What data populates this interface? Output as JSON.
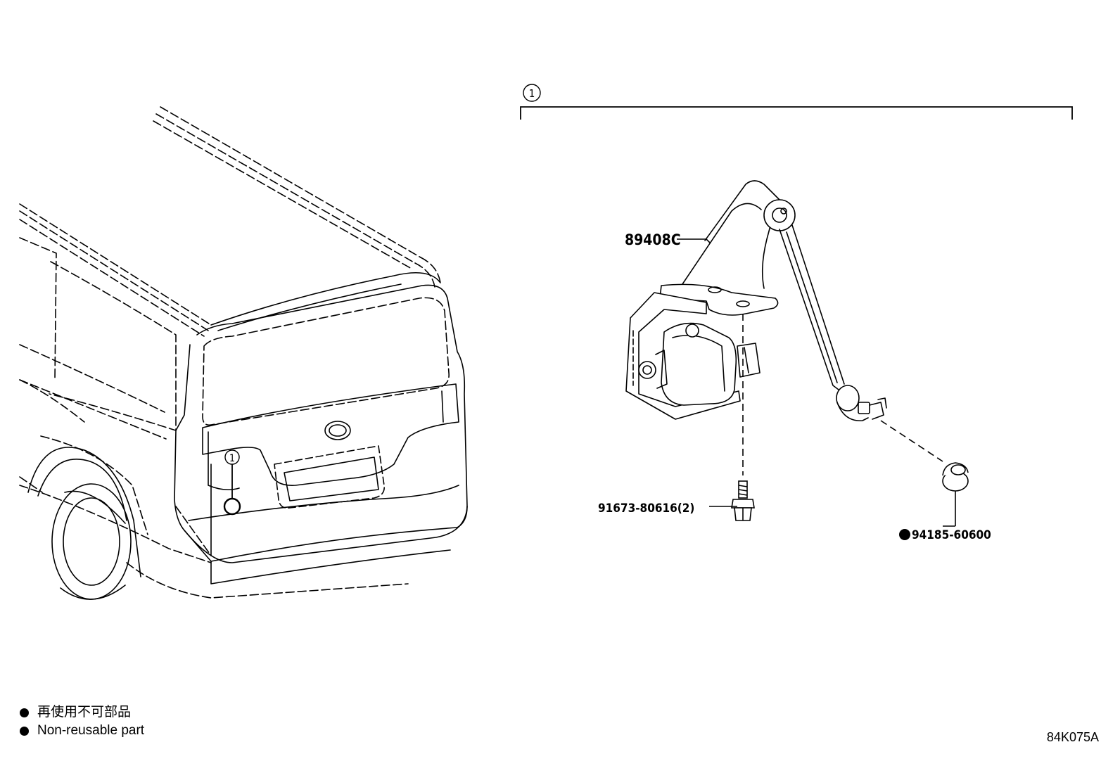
{
  "assembly_ref": "1",
  "callouts": {
    "sensor_link": "89408C",
    "bolt": "91673-80616(2)",
    "nut": "94185-60600"
  },
  "legend": [
    {
      "marker": "filled-circle",
      "text": "再使用不可部品"
    },
    {
      "marker": "filled-circle",
      "text": "Non-reusable part"
    }
  ],
  "diagram_code": "84K075A"
}
